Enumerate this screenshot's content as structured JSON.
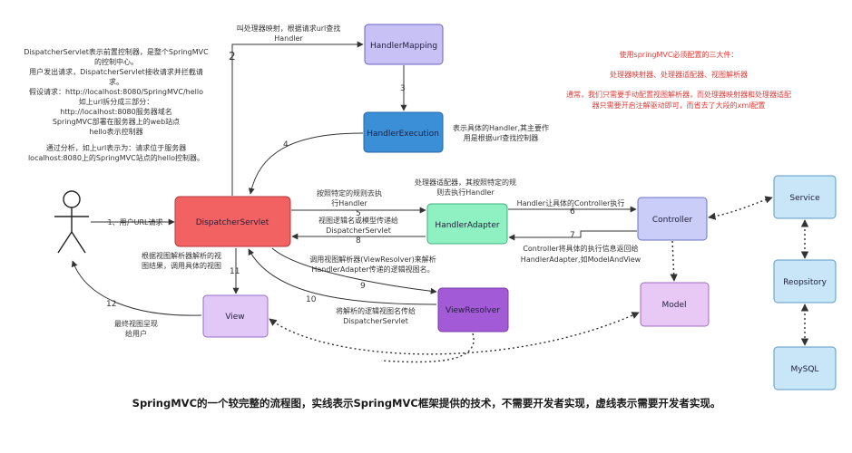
{
  "boxes": {
    "handler_mapping": "HandlerMapping",
    "handler_execution": "HandlerExecution",
    "dispatcher_servlet": "DispatcherServlet",
    "handler_adapter": "HandlerAdapter",
    "controller": "Controller",
    "view_resolver": "ViewResolver",
    "view": "View",
    "model": "Model",
    "service": "Service",
    "repository": "Reopsitory",
    "mysql": "MySQL"
  },
  "colors": {
    "handler_mapping": "#c7c1f5",
    "handler_execution": "#3a8fd6",
    "dispatcher_servlet": "#f26262",
    "handler_adapter": "#8ff0c2",
    "controller": "#c9cdf7",
    "view_resolver": "#a35ad6",
    "view": "#e2c8f7",
    "model": "#e8c9f6",
    "service": "#c9e6f8",
    "repository": "#c9e6f8",
    "mysql": "#c9e6f8"
  },
  "left_note": [
    "DispatcherServlet表示前置控制器，是整个SpringMVC",
    "的控制中心。",
    "用户发出请求，DispatcherServlet接收请求并拦截请",
    "求。",
    "假设请求：http://localhost:8080/SpringMVC/hello",
    "如上url拆分成三部分：",
    "http://localhost:8080服务器域名",
    "SpringMVC部署在服务器上的web站点",
    "hello表示控制器",
    "",
    "通过分析，如上url表示为：请求位于服务器",
    "localhost:8080上的SpringMVC站点的hello控制器。"
  ],
  "red_note": {
    "title": "使用springMVC必须配置的三大件：",
    "line2": "处理器映射器、处理器适配器、视图解析器",
    "line3": "通常，我们只需要手动配置视图解析器，而处理器映射器和处理器适配",
    "line4": "器只需要开启注解驱动即可，而省去了大段的xml配置"
  },
  "labels": {
    "step2_line1": "叫处理器映射，根据请求url查找",
    "step2_line2": "Handler",
    "handler_exec_line1": "表示具体的Handler,其主要作",
    "handler_exec_line2": "用是根据url查找控制器",
    "adapter_note_line1": "处理器适配器，其按照特定的规",
    "adapter_note_line2": "则去执行Handler",
    "step5_line1": "按照特定的规则去执",
    "step5_line2": "行Handler",
    "step8_line1": "视图逻辑名或模型传递给",
    "step8_line2": "DispatcherServlet",
    "step6": "Handler让具体的Controller执行",
    "step7_line1": "Controller将具体的执行信息返回给",
    "step7_line2": "HandlerAdapter,如ModelAndView",
    "step9_line1": "调用视图解析器(ViewResolver)来解析",
    "step9_line2": "HandlerAdapter传递的逻辑视图名。",
    "step10_line1": "将解析的逻辑视图名传给",
    "step10_line2": "DispatcherServlet",
    "step11_line1": "根据视图解析器解析的视",
    "step11_line2": "图结果，调用具体的视图",
    "step1": "1、用户URL请求",
    "step12_line1": "最终视图呈现",
    "step12_line2": "给用户"
  },
  "numbers": {
    "n2": "2",
    "n3": "3",
    "n4": "4",
    "n5": "5",
    "n6": "6",
    "n7": "7",
    "n8": "8",
    "n9": "9",
    "n10": "10",
    "n11": "11",
    "n12": "12"
  },
  "caption": "SpringMVC的一个较完整的流程图，实线表示SpringMVC框架提供的技术，不需要开发者实现，虚线表示需要开发者实现。"
}
